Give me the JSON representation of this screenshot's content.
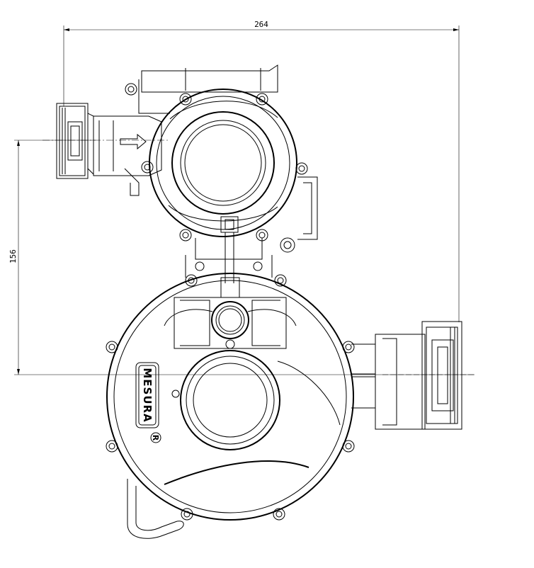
{
  "dimensions": {
    "width_label": "264",
    "height_label": "156"
  },
  "branding": {
    "name": "MESURA",
    "registered_mark": "R"
  },
  "colors": {
    "line": "#000000",
    "background": "#ffffff"
  },
  "icons": {
    "flow_arrow": "flow-direction-arrow-icon"
  }
}
